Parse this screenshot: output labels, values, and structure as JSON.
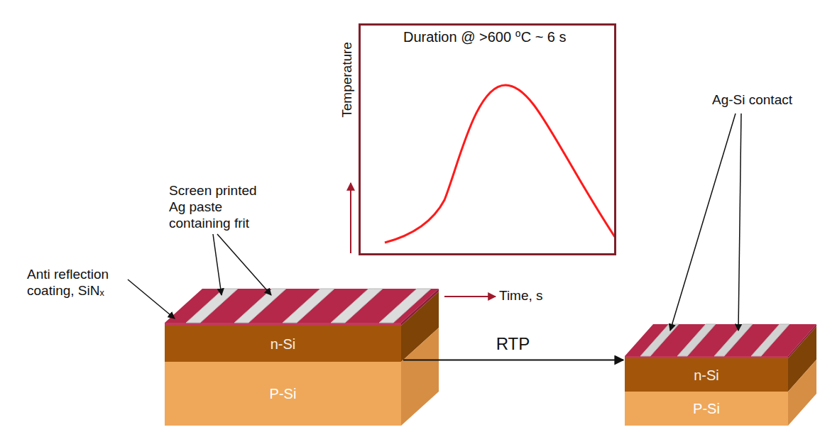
{
  "diagram": {
    "nodes": [
      {
        "text": [
          "Duration @ >600 ⁰C ~ 6 s"
        ]
      },
      {
        "text": [
          "n-Si"
        ]
      },
      {
        "text": [
          "P-Si"
        ]
      },
      {
        "text": [
          "n-Si"
        ]
      },
      {
        "text": [
          "P-Si"
        ]
      }
    ],
    "edges": [
      {
        "from": 1,
        "to": 3,
        "arrow": "to",
        "label": "RTP"
      }
    ],
    "labels": [
      "Temperature",
      "Time, s",
      "Screen printed Ag paste containing frit",
      "Anti reflection coating, SiNₓ",
      "Ag-Si contact"
    ]
  }
}
